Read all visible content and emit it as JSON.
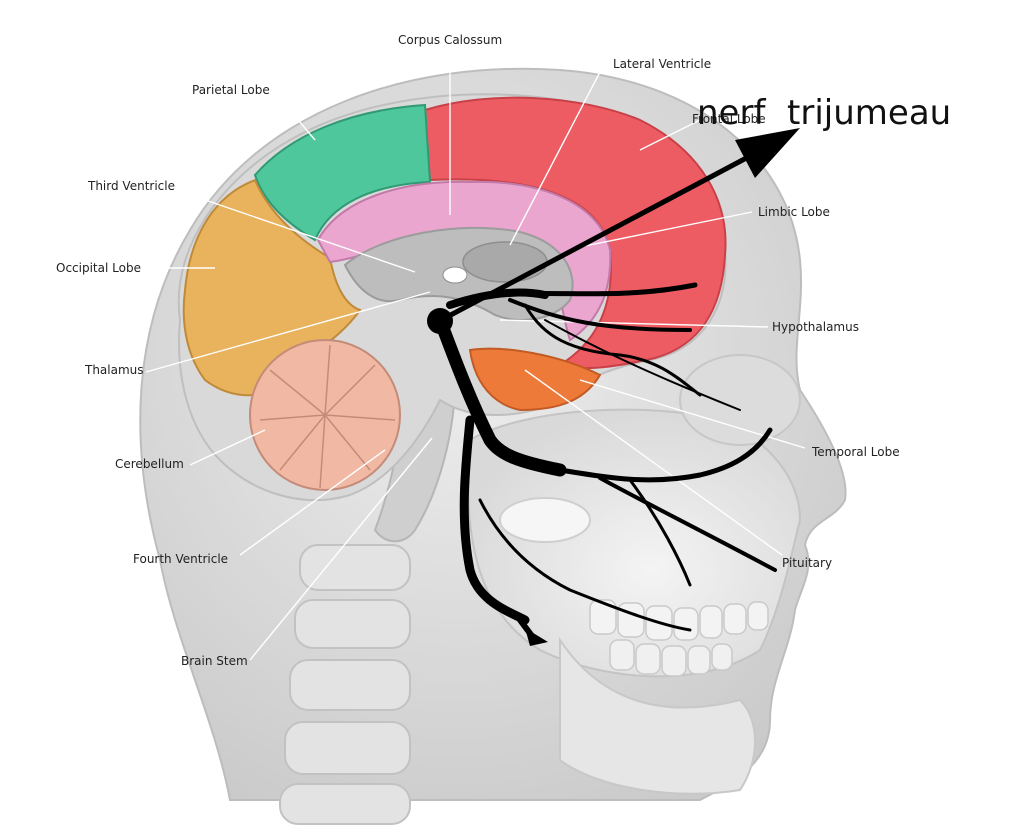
{
  "annotation": {
    "text": "nerf  trijumeau"
  },
  "labels": {
    "corpus_callosum": "Corpus Calossum",
    "lateral_ventricle": "Lateral Ventricle",
    "parietal_lobe": "Parietal Lobe",
    "frontal_lobe": "Frontal Lobe",
    "third_ventricle": "Third Ventricle",
    "limbic_lobe": "Limbic Lobe",
    "occipital_lobe": "Occipital Lobe",
    "hypothalamus": "Hypothalamus",
    "thalamus": "Thalamus",
    "temporal_lobe": "Temporal Lobe",
    "cerebellum": "Cerebellum",
    "pituitary": "Pituitary",
    "fourth_ventricle": "Fourth Ventricle",
    "brain_stem": "Brain Stem"
  },
  "colors": {
    "frontal": "#ee5c63",
    "parietal": "#4fc79c",
    "occipital": "#e9b25c",
    "limbic": "#eaa6cf",
    "temporal": "#ee7a3a",
    "cerebellum": "#f1b9a4",
    "head": "#d7d7d7",
    "nerve": "#000000"
  }
}
